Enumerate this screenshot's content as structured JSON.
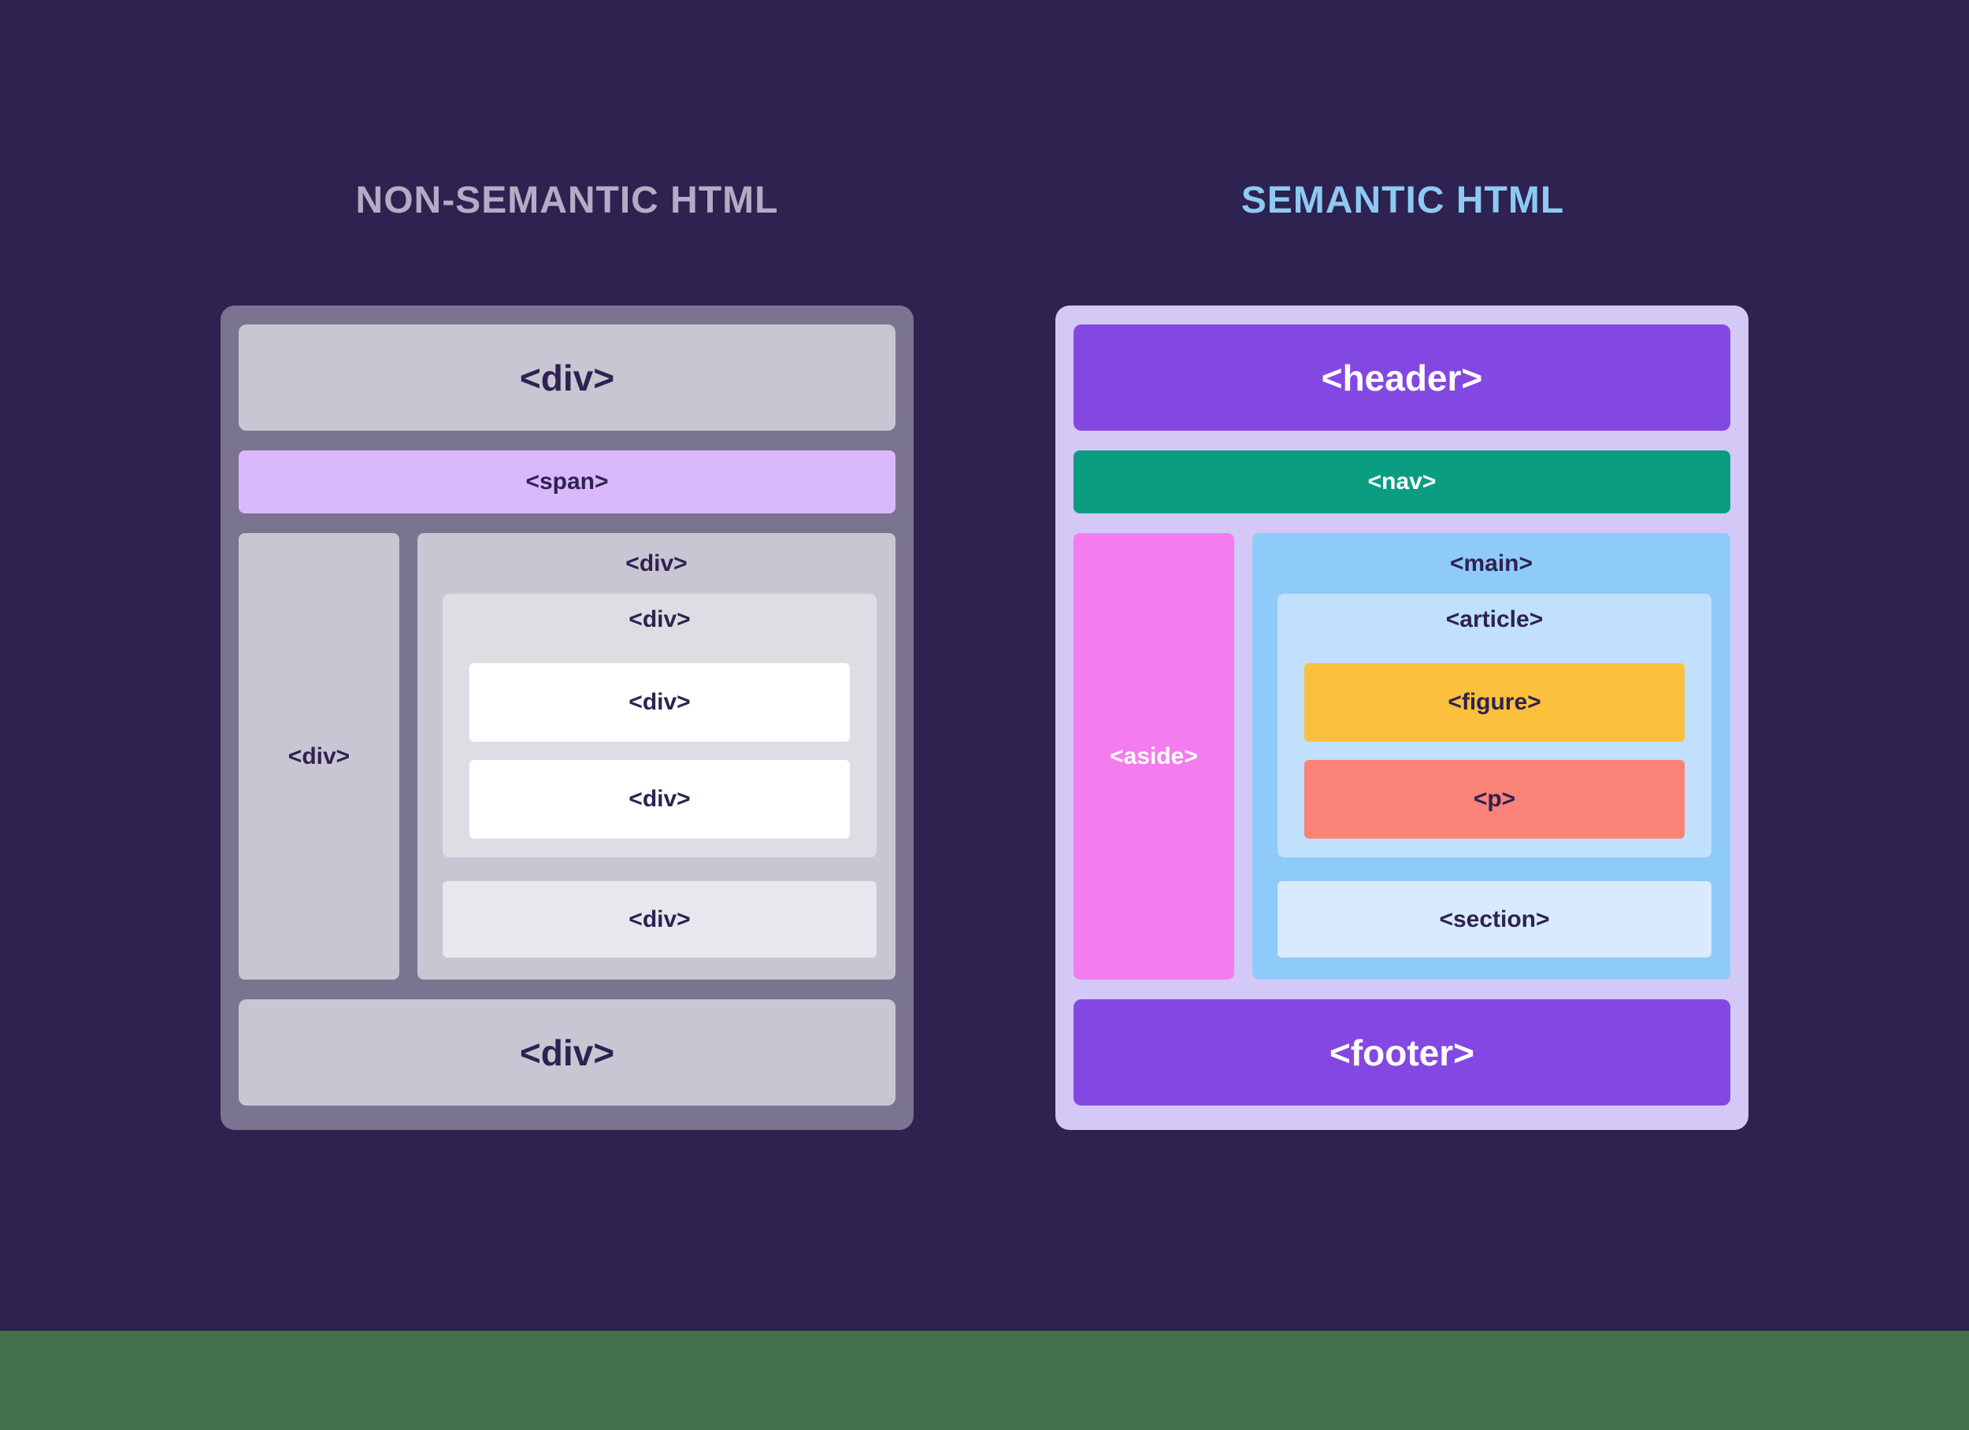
{
  "titles": {
    "left": "NON-SEMANTIC HTML",
    "right": "SEMANTIC HTML"
  },
  "left_panel": {
    "top_block": "<div>",
    "span_block": "<span>",
    "side_block": "<div>",
    "content_label": "<div>",
    "nested_label": "<div>",
    "nested_items": [
      "<div>",
      "<div>"
    ],
    "lower_block": "<div>",
    "bottom_block": "<div>"
  },
  "right_panel": {
    "header": "<header>",
    "nav": "<nav>",
    "aside": "<aside>",
    "main": "<main>",
    "article": "<article>",
    "figure": "<figure>",
    "p": "<p>",
    "section": "<section>",
    "footer": "<footer>"
  },
  "colors": {
    "bg": "#2e2250",
    "green": "#45704c",
    "title_left": "#b2adc4",
    "title_right": "#8ec9f3",
    "navy": "#2e2251",
    "left_outer": "#7b7490",
    "left_block": "#c9c6d3",
    "span": "#d9b8fb",
    "nested": "#dedde3",
    "white": "#ffffff",
    "lower": "#e8e7ee",
    "right_outer": "#d4c8f6",
    "header": "#8448e2",
    "nav": "#0a9d82",
    "aside": "#f57cee",
    "main": "#8ecbf9",
    "article": "#c0e0fb",
    "figure": "#fbc13d",
    "p": "#fb8277",
    "section": "#d8eafd"
  }
}
